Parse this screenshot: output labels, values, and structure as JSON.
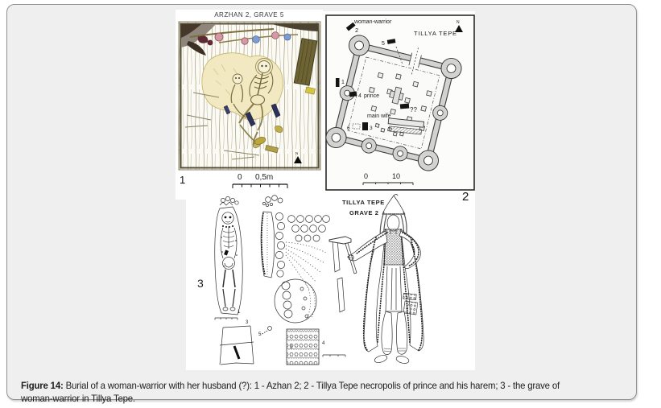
{
  "caption": {
    "label": "Figure 14:",
    "line1": "Burial of a woman-warrior with her husband (?): 1 - Azhan 2; 2 - Tillya Tepe necropolis of prince and his harem; 3 - the grave of",
    "line2": "woman-warrior in Tillya Tepe."
  },
  "arzhan": {
    "num": "1",
    "title": "ARZHAN 2, GRAVE 5",
    "scale0": "0",
    "scale1": "0,5m",
    "north": "N"
  },
  "plan": {
    "num": "2",
    "title": "TILLYA TEPE",
    "north": "N",
    "woman_warrior": "woman-warrior",
    "g2": "2",
    "g5": "5",
    "g1": "1",
    "g4": "4",
    "prince": "prince",
    "unknown": "??",
    "main_wife": "main wife",
    "g6": "6",
    "g3": "3",
    "scale0": "0",
    "scale1": "10"
  },
  "goods": {
    "num": "3",
    "n1": "1",
    "n2": "2",
    "n3": "3",
    "n4": "4",
    "n5": "5"
  },
  "warrior": {
    "title1": "TILLYA TEPE",
    "title2": "GRAVE 2"
  }
}
